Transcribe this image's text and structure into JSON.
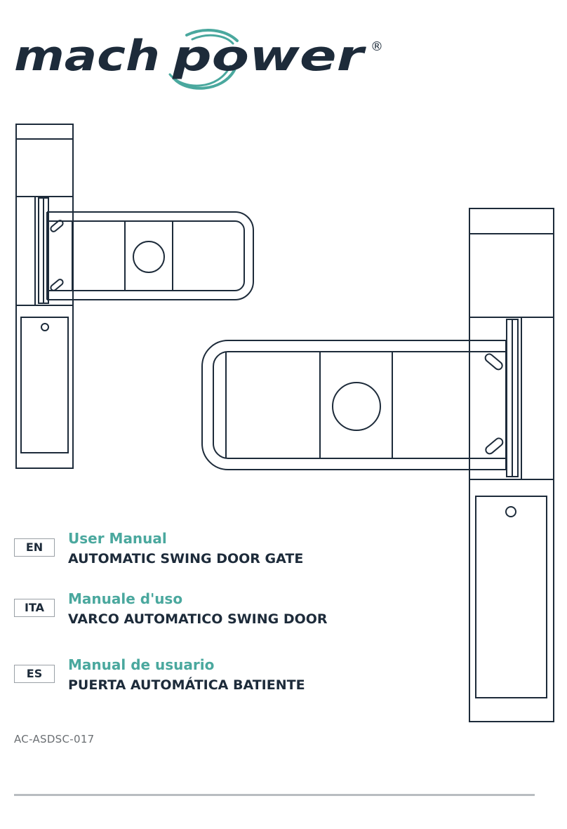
{
  "brand": {
    "part1": "mach",
    "part2": "power",
    "registered": "®",
    "colors": {
      "dark": "#1d2b3a",
      "teal": "#4aa89e"
    }
  },
  "languages": [
    {
      "code": "EN",
      "title": "User Manual",
      "subtitle": "AUTOMATIC SWING DOOR GATE"
    },
    {
      "code": "ITA",
      "title": "Manuale d'uso",
      "subtitle": "VARCO AUTOMATICO SWING DOOR"
    },
    {
      "code": "ES",
      "title": "Manual de usuario",
      "subtitle": "PUERTA AUTOMÁTICA BATIENTE"
    }
  ],
  "product_code": "AC-ASDSC-017"
}
